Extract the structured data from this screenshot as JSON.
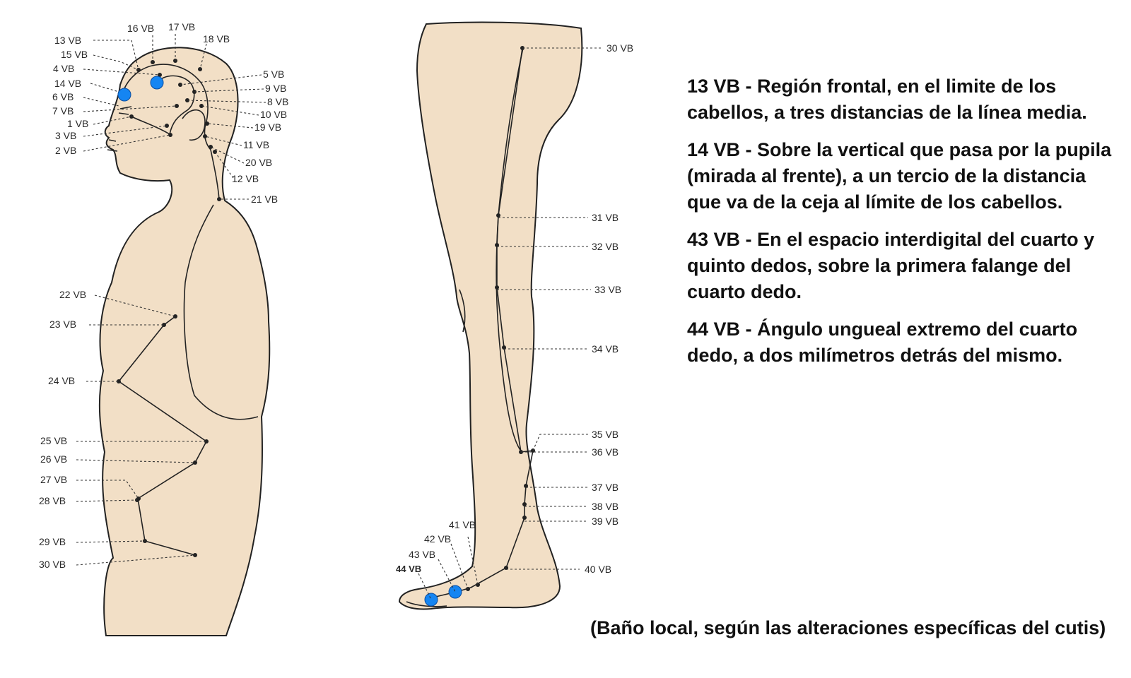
{
  "descriptions": [
    "13 VB - Región frontal, en el limite de los cabellos, a tres distancias de la línea media.",
    "14 VB - Sobre la vertical que pasa por la pupila (mirada al frente), a un tercio de la distancia que va de la ceja al límite de los cabellos.",
    "43 VB - En el espacio interdigital del cuarto y quinto dedos, sobre la primera falange del cuarto dedo.",
    "44 VB - Ángulo ungueal extremo del cuarto dedo, a dos milímetros detrás del mismo."
  ],
  "footnote": "(Baño local, según las alteraciones específicas del cutis)",
  "highlight_color": "#1585f2",
  "torso_labels": {
    "vb13": "13 VB",
    "vb16": "16 VB",
    "vb17": "17 VB",
    "vb18": "18 VB",
    "vb15": "15 VB",
    "vb4": "4 VB",
    "vb14": "14 VB",
    "vb6": "6 VB",
    "vb7": "7 VB",
    "vb1": "1 VB",
    "vb3": "3 VB",
    "vb2": "2 VB",
    "vb5": "5 VB",
    "vb9": "9 VB",
    "vb8": "8 VB",
    "vb10": "10 VB",
    "vb19": "19 VB",
    "vb11": "11 VB",
    "vb20": "20 VB",
    "vb12": "12 VB",
    "vb21": "21 VB",
    "vb22": "22 VB",
    "vb23": "23 VB",
    "vb24": "24 VB",
    "vb25": "25 VB",
    "vb26": "26 VB",
    "vb27": "27 VB",
    "vb28": "28 VB",
    "vb29": "29 VB",
    "vb30": "30 VB"
  },
  "leg_labels": {
    "vb30": "30 VB",
    "vb31": "31 VB",
    "vb32": "32 VB",
    "vb33": "33 VB",
    "vb34": "34 VB",
    "vb35": "35 VB",
    "vb36": "36 VB",
    "vb37": "37 VB",
    "vb38": "38 VB",
    "vb39": "39 VB",
    "vb40": "40 VB",
    "vb41": "41 VB",
    "vb42": "42 VB",
    "vb43": "43 VB",
    "vb44": "44 VB"
  }
}
